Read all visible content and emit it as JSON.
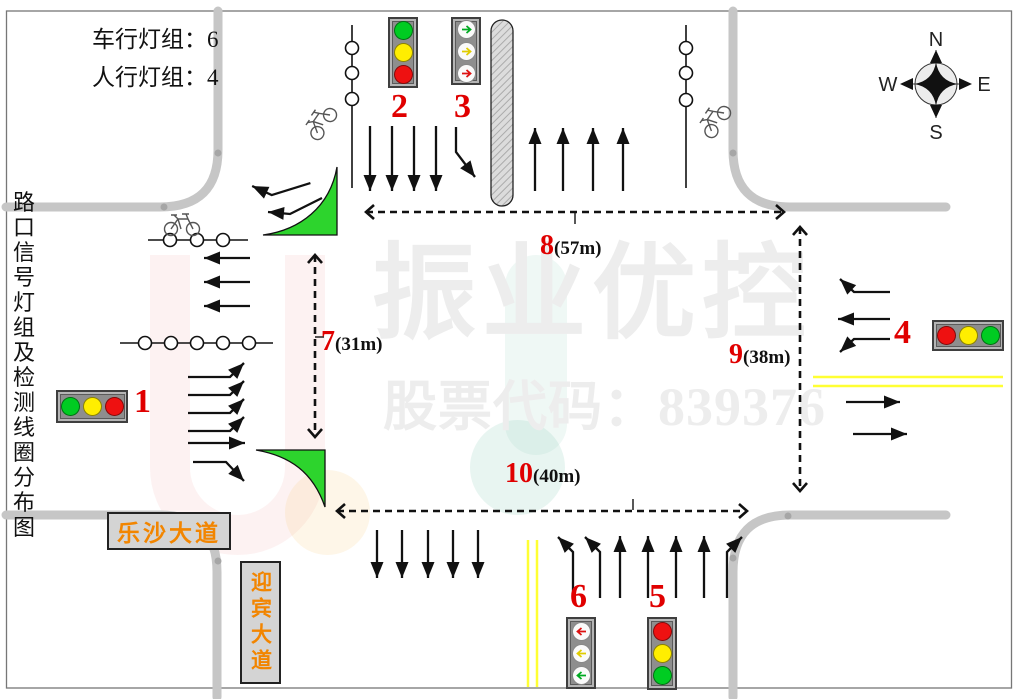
{
  "header": {
    "vehicle_light_groups": "车行灯组：6",
    "pedestrian_light_groups": "人行灯组：4"
  },
  "side_title": "路口信号灯组及检测线圈分布图",
  "compass": {
    "north": "N",
    "south": "S",
    "east": "E",
    "west": "W"
  },
  "watermark": {
    "brand": "振业优控",
    "stock_code": "股票代码：839376"
  },
  "road_labels": {
    "west_road": "乐沙大道",
    "south_road": "迎宾大道"
  },
  "signal_lights": [
    {
      "label": "1",
      "type": "disc",
      "orientation": "horizontal",
      "colors": [
        "green",
        "yellow",
        "red"
      ],
      "location": "west-approach"
    },
    {
      "label": "2",
      "type": "disc",
      "orientation": "vertical",
      "colors": [
        "green",
        "yellow",
        "red"
      ],
      "location": "north-approach"
    },
    {
      "label": "3",
      "type": "arrow",
      "orientation": "vertical",
      "arrow_direction": "right",
      "colors": [
        "green",
        "yellow",
        "red"
      ],
      "location": "north-approach"
    },
    {
      "label": "4",
      "type": "disc",
      "orientation": "horizontal",
      "colors": [
        "red",
        "yellow",
        "green"
      ],
      "location": "east-approach"
    },
    {
      "label": "5",
      "type": "disc",
      "orientation": "vertical",
      "colors": [
        "red",
        "yellow",
        "green"
      ],
      "location": "south-approach"
    },
    {
      "label": "6",
      "type": "arrow",
      "orientation": "vertical",
      "arrow_direction": "left",
      "colors": [
        "red",
        "yellow",
        "green"
      ],
      "location": "south-approach"
    }
  ],
  "measurements": [
    {
      "num": "7",
      "distance": "(31m)",
      "side": "west crosswalk"
    },
    {
      "num": "8",
      "distance": "(57m)",
      "side": "north crosswalk"
    },
    {
      "num": "9",
      "distance": "(38m)",
      "side": "east crosswalk"
    },
    {
      "num": "10",
      "distance": "(40m)",
      "side": "south crosswalk"
    }
  ],
  "colors": {
    "signal_red": "#ee1111",
    "signal_yellow": "#ffee00",
    "signal_green": "#00cc22",
    "island_green": "#2dd42d",
    "road_gray": "#c6c6c6",
    "label_red": "#e00000",
    "road_label_orange": "#f28500",
    "lane_line_yellow": "#ffff33"
  }
}
